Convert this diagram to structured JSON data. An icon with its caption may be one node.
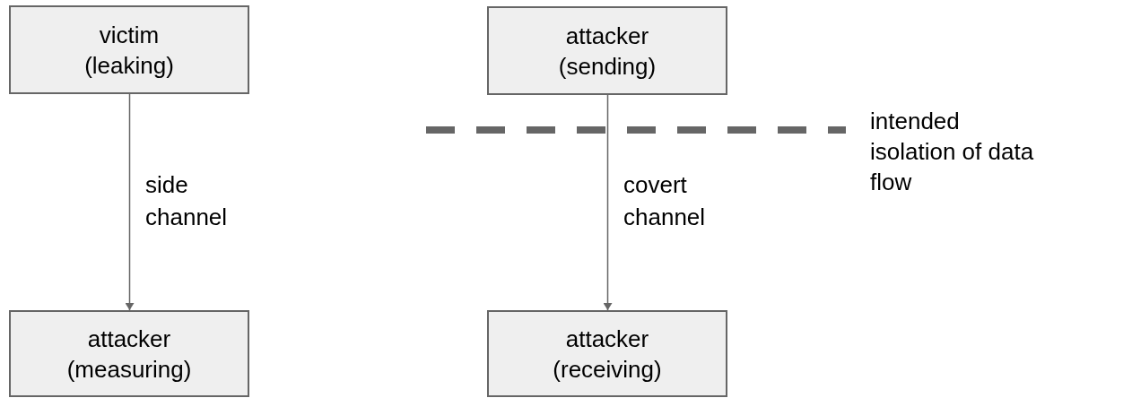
{
  "diagram": {
    "nodes": [
      {
        "text": [
          "victim (leaking)"
        ]
      },
      {
        "text": [
          "attacker (measuring)"
        ]
      },
      {
        "text": [
          "attacker (sending)"
        ]
      },
      {
        "text": [
          "attacker (receiving)"
        ]
      }
    ],
    "edges": [
      {
        "from": 0,
        "to": 1,
        "arrow": "to",
        "label": "side channel"
      },
      {
        "from": 2,
        "to": 3,
        "arrow": "to",
        "label": "covert channel"
      }
    ],
    "labels": [
      "intended isolation of data flow"
    ]
  }
}
